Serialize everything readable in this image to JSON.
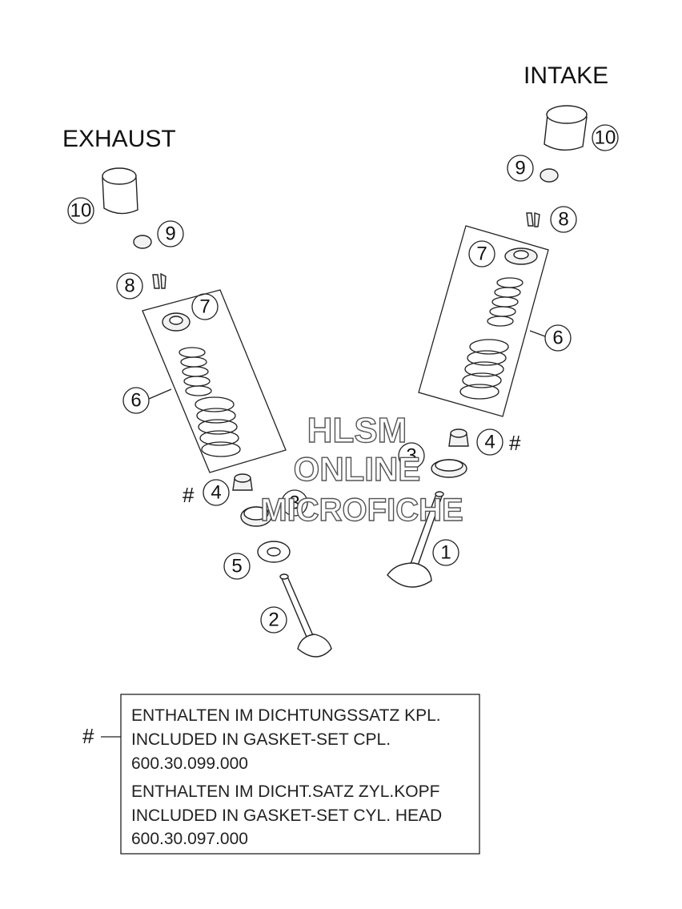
{
  "headings": {
    "exhaust": "EXHAUST",
    "intake": "INTAKE"
  },
  "callouts": {
    "c1": "1",
    "c2": "2",
    "c3": "3",
    "c4": "4",
    "c5": "5",
    "c6": "6",
    "c7": "7",
    "c8": "8",
    "c9": "9",
    "c10": "10"
  },
  "marker": "#",
  "watermark": {
    "line1": "HLSM",
    "line2": "ONLINE",
    "line3": "MICROFICHE"
  },
  "legend": {
    "marker": "#",
    "line1": "ENTHALTEN IM DICHTUNGSSATZ KPL.",
    "line2": "INCLUDED IN GASKET-SET CPL.",
    "line3": "600.30.099.000",
    "line4": "ENTHALTEN IM DICHT.SATZ ZYL.KOPF",
    "line5": "INCLUDED IN GASKET-SET CYL. HEAD",
    "line6": "600.30.097.000"
  }
}
